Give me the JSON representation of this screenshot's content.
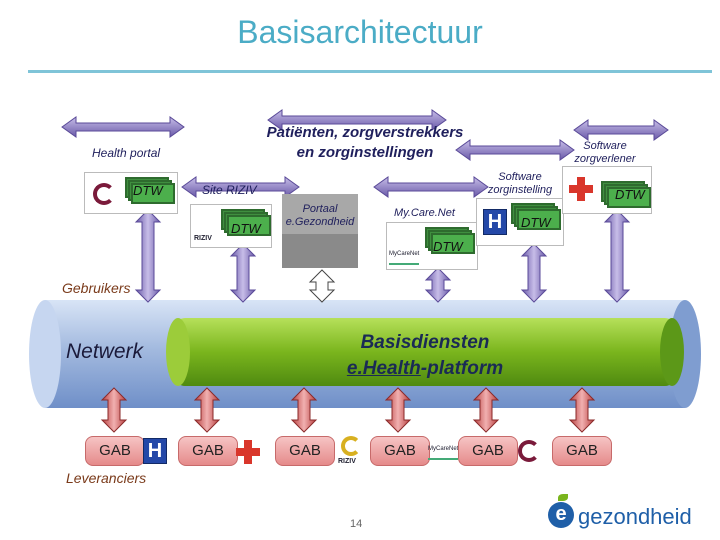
{
  "title": "Basisarchitectuur",
  "top_label": "Patiënten, zorgverstrekkers en zorginstellingen",
  "top_label_line1": "Patiënten, zorgverstrekkers",
  "top_label_line2": "en zorginstellingen",
  "health_portal": "Health portal",
  "site_riziv": "Site RIZIV",
  "portaal_line1": "Portaal",
  "portaal_line2": "e.Gezondheid",
  "mycarenet": "My.Care.Net",
  "software_zorginstelling_line1": "Software",
  "software_zorginstelling_line2": "zorginstelling",
  "software_zorgverlener_line1": "Software",
  "software_zorgverlener_line2": "zorgverlener",
  "dtw": "DTW",
  "gebruikers": "Gebruikers",
  "netwerk": "Netwerk",
  "basisdiensten": "Basisdiensten",
  "platform_ehealth": "e.Health",
  "platform_suffix": "-platform",
  "gab": "GAB",
  "leveranciers": "Leveranciers",
  "page_number": "14",
  "logo_text": "gezondheid",
  "logo_e": "e",
  "icons": {
    "hospital": "H",
    "riziv": "RIZIV",
    "mycarenet_logo": "MyCareNet"
  },
  "colors": {
    "title": "#4bacc6",
    "arrow": "#8d7fc4",
    "gab_fill": "#e58a8a",
    "platform_green": "#7ab51d",
    "pipe_blue": "#a7c0e8",
    "dtw_green": "#3f8f3f"
  }
}
